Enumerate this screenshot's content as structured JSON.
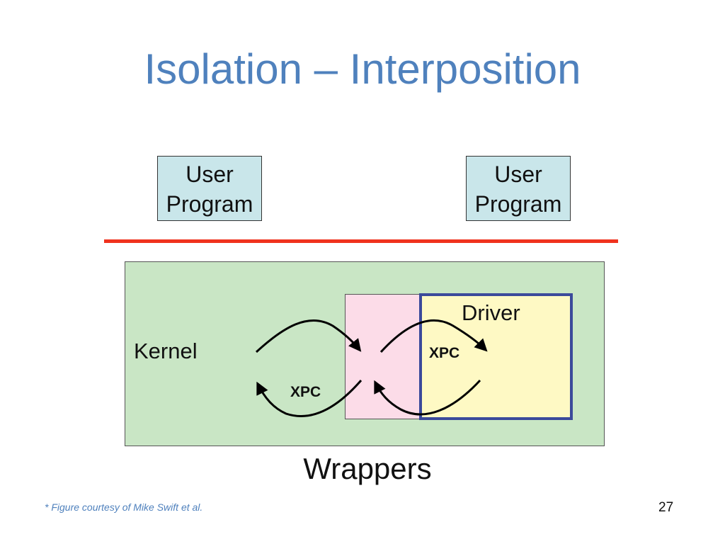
{
  "slide": {
    "title": "Isolation – Interposition",
    "footnote": "* Figure courtesy of Mike Swift et al.",
    "page_number": "27"
  },
  "diagram": {
    "user_program_left": {
      "line1": "User",
      "line2": "Program"
    },
    "user_program_right": {
      "line1": "User",
      "line2": "Program"
    },
    "kernel_label": "Kernel",
    "driver_label": "Driver",
    "xpc_right": "XPC",
    "xpc_left": "XPC",
    "wrappers_label": "Wrappers"
  },
  "colors": {
    "title": "#4f81bd",
    "user_box": "#c9e6ea",
    "boundary_line": "#f0321e",
    "kernel": "#c9e6c5",
    "wrapper": "#fcdce8",
    "driver": "#fef9c4",
    "driver_border": "#3b4a9b"
  }
}
